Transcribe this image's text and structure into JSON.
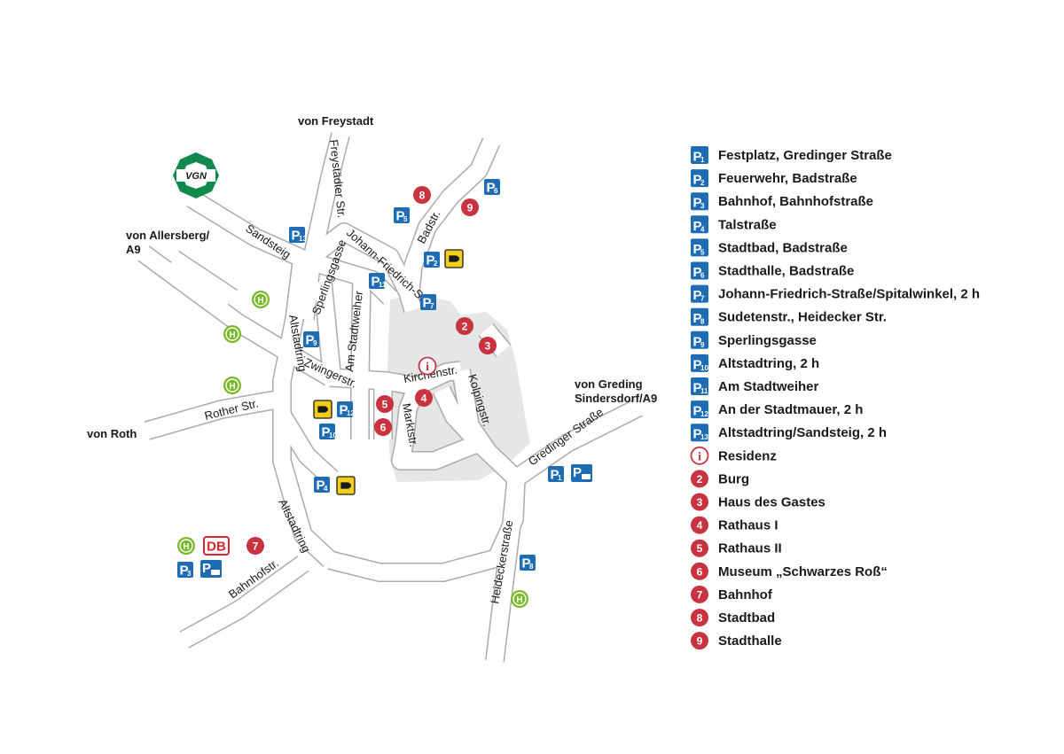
{
  "colors": {
    "parking": "#1e6cb3",
    "poi": "#c8333f",
    "bus": "#79b829",
    "ev_charging": "#f1cc1c",
    "db": "#d6262e",
    "vgn": "#0f8a4c",
    "street_casing": "#a9abad",
    "old_town": "#e4e6e7"
  },
  "destinations": {
    "freystadt": "von Freystadt",
    "allersberg_1": "von Allersberg/",
    "allersberg_2": "A9",
    "roth": "von Roth",
    "greding_1": "von Greding",
    "greding_2": "Sindersdorf/A9"
  },
  "streets": {
    "freystaedter": "Freystädter Str.",
    "sandsteig": "Sandsteig",
    "johann_friedrich": "Johann-Friedrich-Str.",
    "badstr": "Badstr.",
    "sperlingsgasse": "Sperlingsgasse",
    "am_stadtweiher": "Am Stadtweiher",
    "altstadtring_1": "Altstadtring",
    "altstadtring_2": "Altstadtring",
    "zwingerstr": "Zwingerstr.",
    "kirchenstr": "Kirchenstr.",
    "kolpingstr": "Kolpingstr.",
    "marktstr": "Marktstr.",
    "rother": "Rother Str.",
    "gredinger": "Gredinger Straße",
    "heideckerstrasse": "Heideckerstraße",
    "bahnhofstr": "Bahnhofstr."
  },
  "map_icons": {
    "parking_letter": "P",
    "poi_info": "i",
    "bus_letter": "H",
    "db_logo": "DB",
    "vgn_logo": "VGN"
  },
  "legend": [
    {
      "type": "parking",
      "number": "1",
      "label": "Festplatz, Gredinger Straße"
    },
    {
      "type": "parking",
      "number": "2",
      "label": "Feuerwehr, Badstraße"
    },
    {
      "type": "parking",
      "number": "3",
      "label": "Bahnhof, Bahnhofstraße"
    },
    {
      "type": "parking",
      "number": "4",
      "label": "Talstraße"
    },
    {
      "type": "parking",
      "number": "5",
      "label": "Stadtbad, Badstraße"
    },
    {
      "type": "parking",
      "number": "6",
      "label": "Stadthalle, Badstraße"
    },
    {
      "type": "parking",
      "number": "7",
      "label": "Johann-Friedrich-Straße/Spitalwinkel, 2 h"
    },
    {
      "type": "parking",
      "number": "8",
      "label": "Sudetenstr., Heidecker Str."
    },
    {
      "type": "parking",
      "number": "9",
      "label": "Sperlingsgasse"
    },
    {
      "type": "parking",
      "number": "10",
      "label": "Altstadtring, 2 h"
    },
    {
      "type": "parking",
      "number": "11",
      "label": "Am Stadtweiher"
    },
    {
      "type": "parking",
      "number": "12",
      "label": "An der Stadtmauer, 2 h"
    },
    {
      "type": "parking",
      "number": "13",
      "label": "Altstadtring/Sandsteig, 2 h"
    },
    {
      "type": "info",
      "number": "i",
      "label": "Residenz"
    },
    {
      "type": "poi",
      "number": "2",
      "label": "Burg"
    },
    {
      "type": "poi",
      "number": "3",
      "label": "Haus des Gastes"
    },
    {
      "type": "poi",
      "number": "4",
      "label": "Rathaus I"
    },
    {
      "type": "poi",
      "number": "5",
      "label": "Rathaus II"
    },
    {
      "type": "poi",
      "number": "6",
      "label": "Museum „Schwarzes Roß“"
    },
    {
      "type": "poi",
      "number": "7",
      "label": "Bahnhof"
    },
    {
      "type": "poi",
      "number": "8",
      "label": "Stadtbad"
    },
    {
      "type": "poi",
      "number": "9",
      "label": "Stadthalle"
    }
  ]
}
